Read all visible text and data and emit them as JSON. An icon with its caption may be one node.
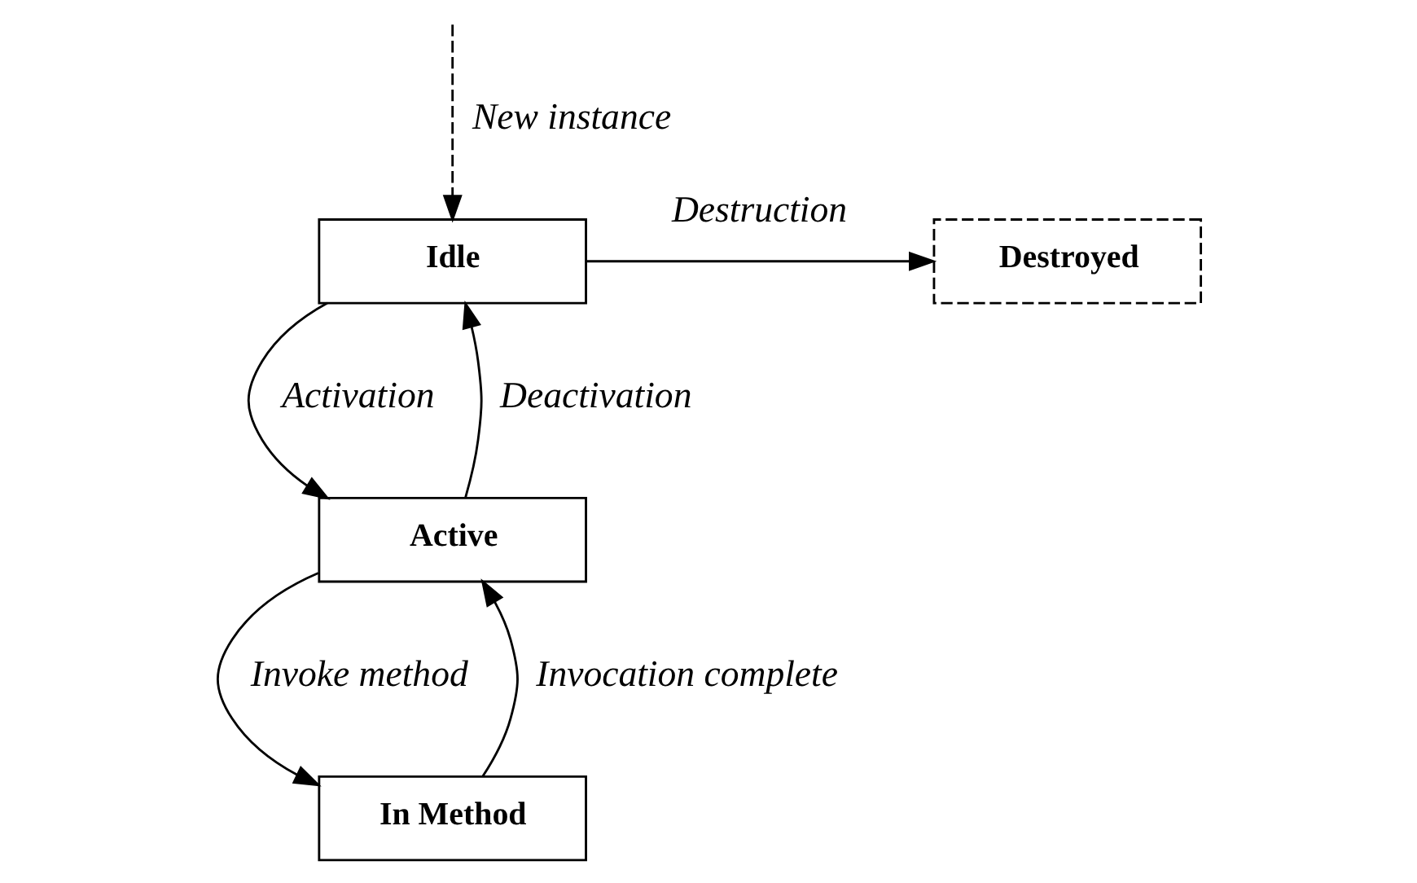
{
  "diagram": {
    "nodes": [
      {
        "text": [
          "Idle"
        ]
      },
      {
        "text": [
          "Destroyed"
        ]
      },
      {
        "text": [
          "Active"
        ]
      },
      {
        "text": [
          "In Method"
        ]
      }
    ],
    "edges": [
      {
        "from": null,
        "to": 0,
        "arrow": "to",
        "label": "New instance",
        "style": "dashed"
      },
      {
        "from": 0,
        "to": 1,
        "arrow": "to",
        "label": "Destruction"
      },
      {
        "from": 0,
        "to": 2,
        "arrow": "to",
        "label": "Activation"
      },
      {
        "from": 2,
        "to": 0,
        "arrow": "to",
        "label": "Deactivation"
      },
      {
        "from": 2,
        "to": 3,
        "arrow": "to",
        "label": "Invoke method"
      },
      {
        "from": 3,
        "to": 2,
        "arrow": "to",
        "label": "Invocation complete"
      }
    ]
  }
}
